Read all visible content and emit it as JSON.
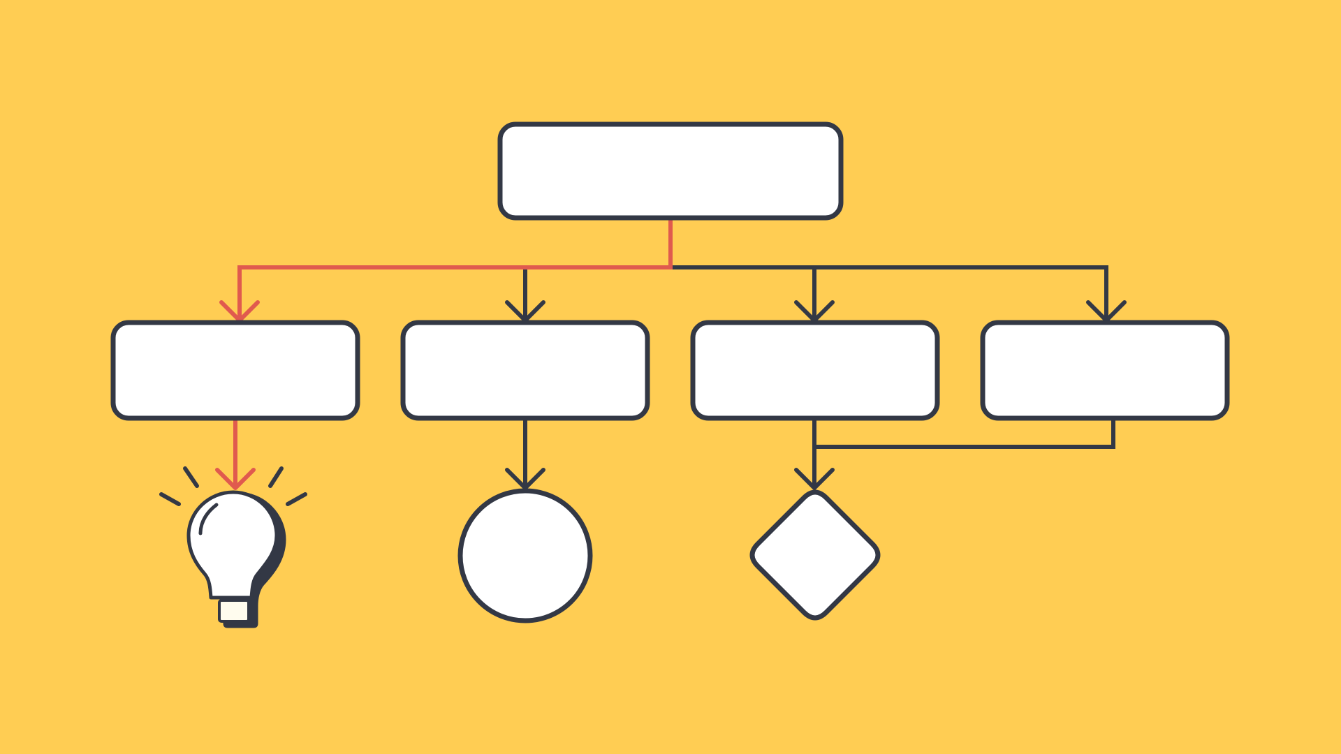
{
  "colors": {
    "background": "#FFCD53",
    "stroke": "#333845",
    "highlight": "#E05A4E",
    "fill": "#FFFFFF"
  },
  "diagram": {
    "type": "flowchart",
    "nodes": [
      {
        "id": "root",
        "shape": "rounded-rectangle",
        "label": ""
      },
      {
        "id": "child-1",
        "shape": "rounded-rectangle",
        "label": ""
      },
      {
        "id": "child-2",
        "shape": "rounded-rectangle",
        "label": ""
      },
      {
        "id": "child-3",
        "shape": "rounded-rectangle",
        "label": ""
      },
      {
        "id": "child-4",
        "shape": "rounded-rectangle",
        "label": ""
      },
      {
        "id": "idea",
        "shape": "lightbulb-icon",
        "label": ""
      },
      {
        "id": "terminal",
        "shape": "circle",
        "label": ""
      },
      {
        "id": "decision",
        "shape": "diamond",
        "label": ""
      }
    ],
    "edges": [
      {
        "from": "root",
        "to": "child-1",
        "highlighted": true
      },
      {
        "from": "root",
        "to": "child-2",
        "highlighted": false
      },
      {
        "from": "root",
        "to": "child-3",
        "highlighted": false
      },
      {
        "from": "root",
        "to": "child-4",
        "highlighted": false
      },
      {
        "from": "child-1",
        "to": "idea",
        "highlighted": true
      },
      {
        "from": "child-2",
        "to": "terminal",
        "highlighted": false
      },
      {
        "from": "child-3",
        "to": "decision",
        "highlighted": false
      },
      {
        "from": "child-4",
        "to": "decision",
        "highlighted": false
      }
    ]
  }
}
